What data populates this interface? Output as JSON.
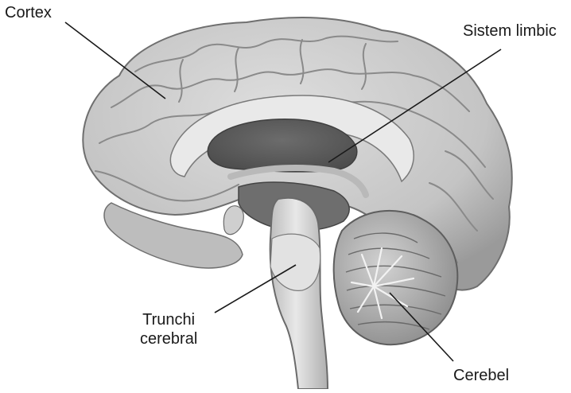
{
  "labels": {
    "cortex": "Cortex",
    "limbic_system": "Sistem limbic",
    "brainstem_line1": "Trunchi",
    "brainstem_line2": "cerebral",
    "cerebellum": "Cerebel"
  },
  "colors": {
    "background": "#ffffff",
    "text": "#1a1a1a",
    "leader_line": "#1a1a1a",
    "cortex_fill": "#c9c9c9",
    "cortex_shadow": "#8f8f8f",
    "ventricle": "#5f5f5f",
    "corpus_callosum": "#e6e6e6",
    "brainstem": "#dadada",
    "cerebellum": "#a8a8a8"
  }
}
